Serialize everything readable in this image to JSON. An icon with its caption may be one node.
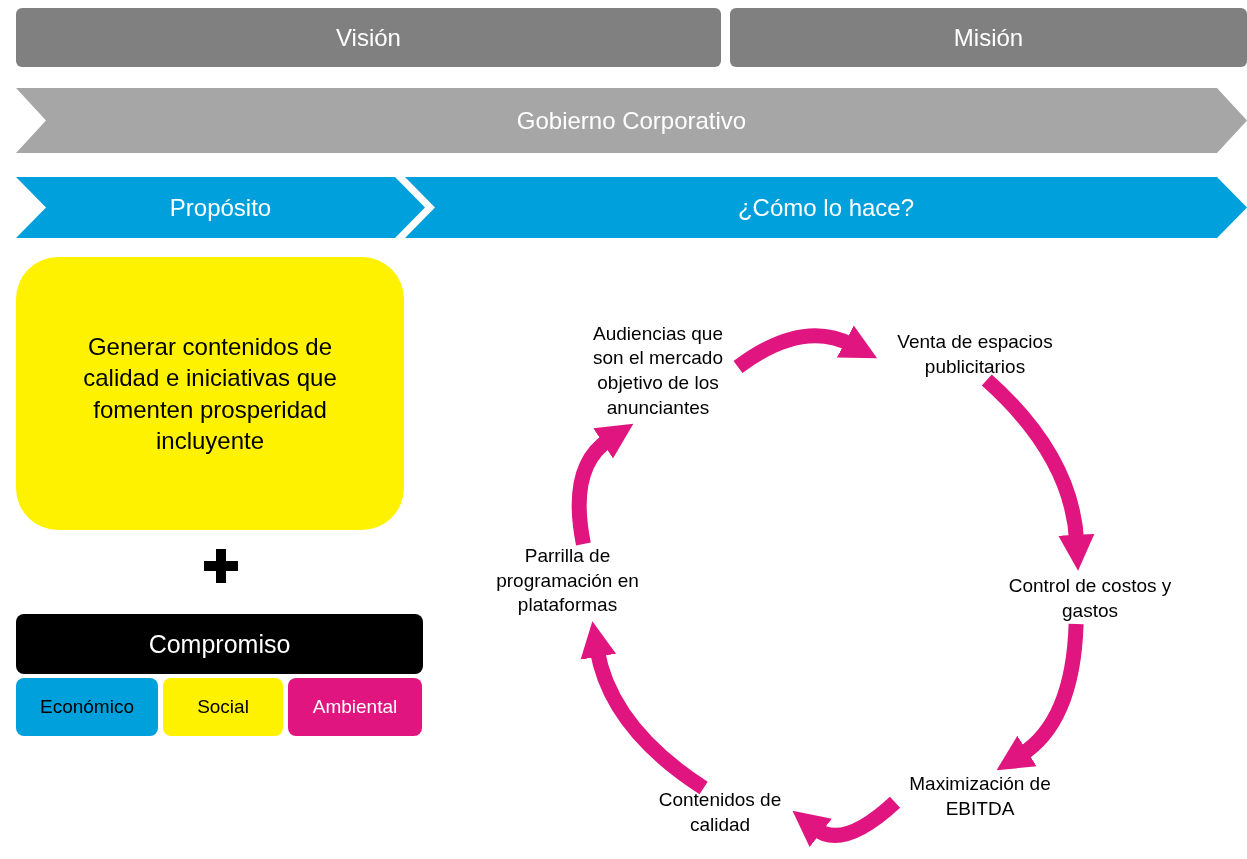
{
  "diagram": {
    "nodes": [
      {
        "text": [
          "Visión"
        ]
      },
      {
        "text": [
          "Misión"
        ]
      },
      {
        "text": [
          "Gobierno Corporativo"
        ]
      },
      {
        "text": [
          "Propósito"
        ]
      },
      {
        "text": [
          "¿Cómo lo hace?"
        ]
      },
      {
        "text": [
          "Generar contenidos de calidad e iniciativas que fomenten prosperidad incluyente"
        ]
      },
      {
        "text": [
          "Compromiso"
        ]
      },
      {
        "text": [
          "Económico"
        ]
      },
      {
        "text": [
          "Social"
        ]
      },
      {
        "text": [
          "Ambiental"
        ]
      },
      {
        "text": [
          "Audiencias que son el mercado objetivo de los anunciantes"
        ]
      },
      {
        "text": [
          "Venta de espacios publicitarios"
        ]
      },
      {
        "text": [
          "Control de costos y gastos"
        ]
      },
      {
        "text": [
          "Maximización de EBITDA"
        ]
      },
      {
        "text": [
          "Contenidos de calidad"
        ]
      },
      {
        "text": [
          "Parrilla de programación en plataformas"
        ]
      }
    ],
    "edges": [
      {
        "from": 10,
        "to": 11,
        "arrow": "to"
      },
      {
        "from": 11,
        "to": 12,
        "arrow": "to"
      },
      {
        "from": 12,
        "to": 13,
        "arrow": "to"
      },
      {
        "from": 13,
        "to": 14,
        "arrow": "to"
      },
      {
        "from": 14,
        "to": 15,
        "arrow": "to"
      },
      {
        "from": 15,
        "to": 10,
        "arrow": "to"
      }
    ]
  }
}
